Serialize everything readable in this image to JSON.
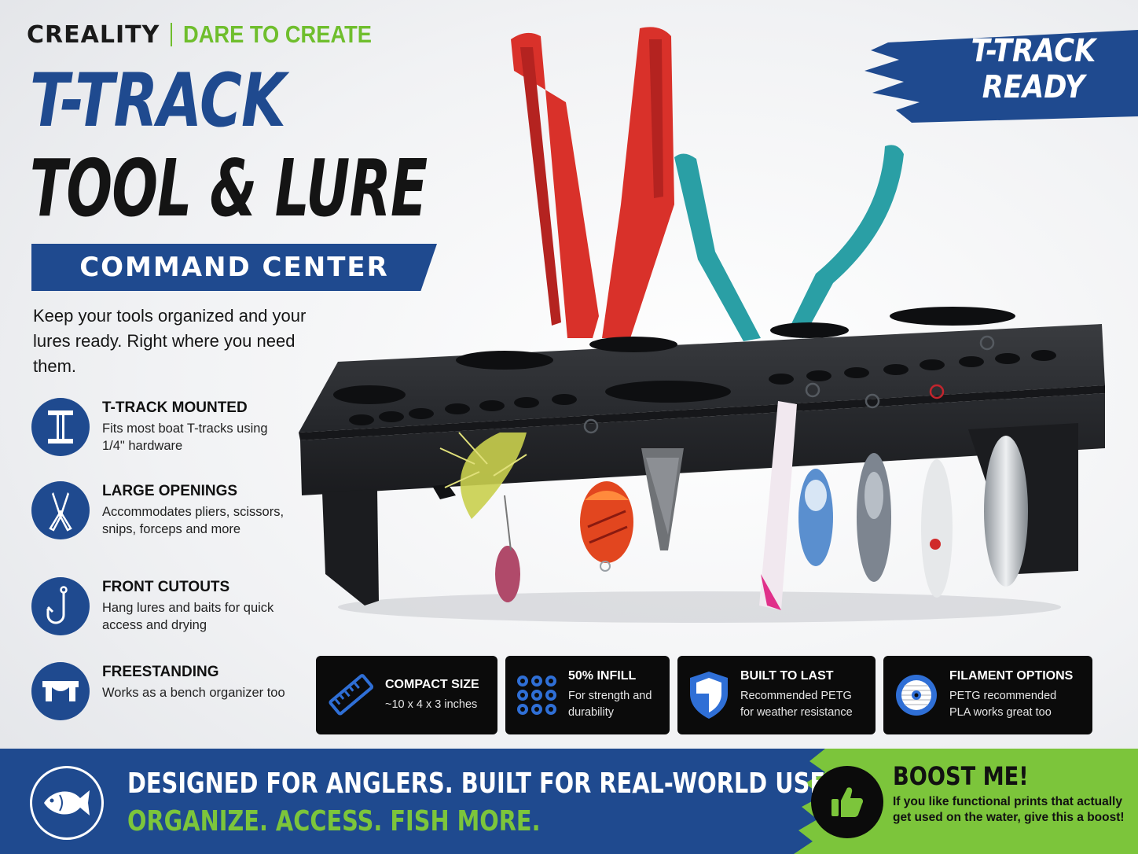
{
  "brand": {
    "logo": "CREALITY",
    "tagline": "DARE TO CREATE"
  },
  "headline": {
    "line1": "T-TRACK",
    "line2": "TOOL & LURE",
    "subtitle": "COMMAND CENTER"
  },
  "intro": "Keep your tools organized and your lures ready. Right where you need them.",
  "badge": {
    "line1": "T-TRACK",
    "line2": "READY"
  },
  "features": [
    {
      "icon": "t-track-icon",
      "title": "T-TRACK MOUNTED",
      "desc": "Fits most boat T-tracks using 1/4\" hardware"
    },
    {
      "icon": "pliers-icon",
      "title": "LARGE OPENINGS",
      "desc": "Accommodates pliers, scissors, snips, forceps and more"
    },
    {
      "icon": "fish-hook-icon",
      "title": "FRONT CUTOUTS",
      "desc": "Hang lures and baits for quick access and drying"
    },
    {
      "icon": "bench-icon",
      "title": "FREESTANDING",
      "desc": "Works as a bench organizer too"
    }
  ],
  "specs": [
    {
      "icon": "ruler-icon",
      "title": "COMPACT SIZE",
      "desc": [
        "~10 x 4 x 3 inches"
      ]
    },
    {
      "icon": "infill-grid-icon",
      "title": "50% INFILL",
      "desc": [
        "For strength and",
        "durability"
      ]
    },
    {
      "icon": "shield-icon",
      "title": "BUILT TO LAST",
      "desc": [
        "Recommended PETG",
        "for weather resistance"
      ]
    },
    {
      "icon": "filament-spool-icon",
      "title": "FILAMENT OPTIONS",
      "desc": [
        "PETG recommended",
        "PLA works great too"
      ]
    }
  ],
  "banner": {
    "line1": "DESIGNED FOR ANGLERS. BUILT FOR REAL-WORLD USE.",
    "line2": "ORGANIZE. ACCESS. FISH MORE.",
    "boost_title": "BOOST ME!",
    "boost_desc": "If you like functional prints that actually get used on the water, give this a boost!"
  },
  "colors": {
    "blue": "#1f4a8f",
    "green": "#7cc53b",
    "black": "#0b0b0b",
    "pliers_red": "#d9312a",
    "pliers_teal": "#2a9fa5"
  }
}
